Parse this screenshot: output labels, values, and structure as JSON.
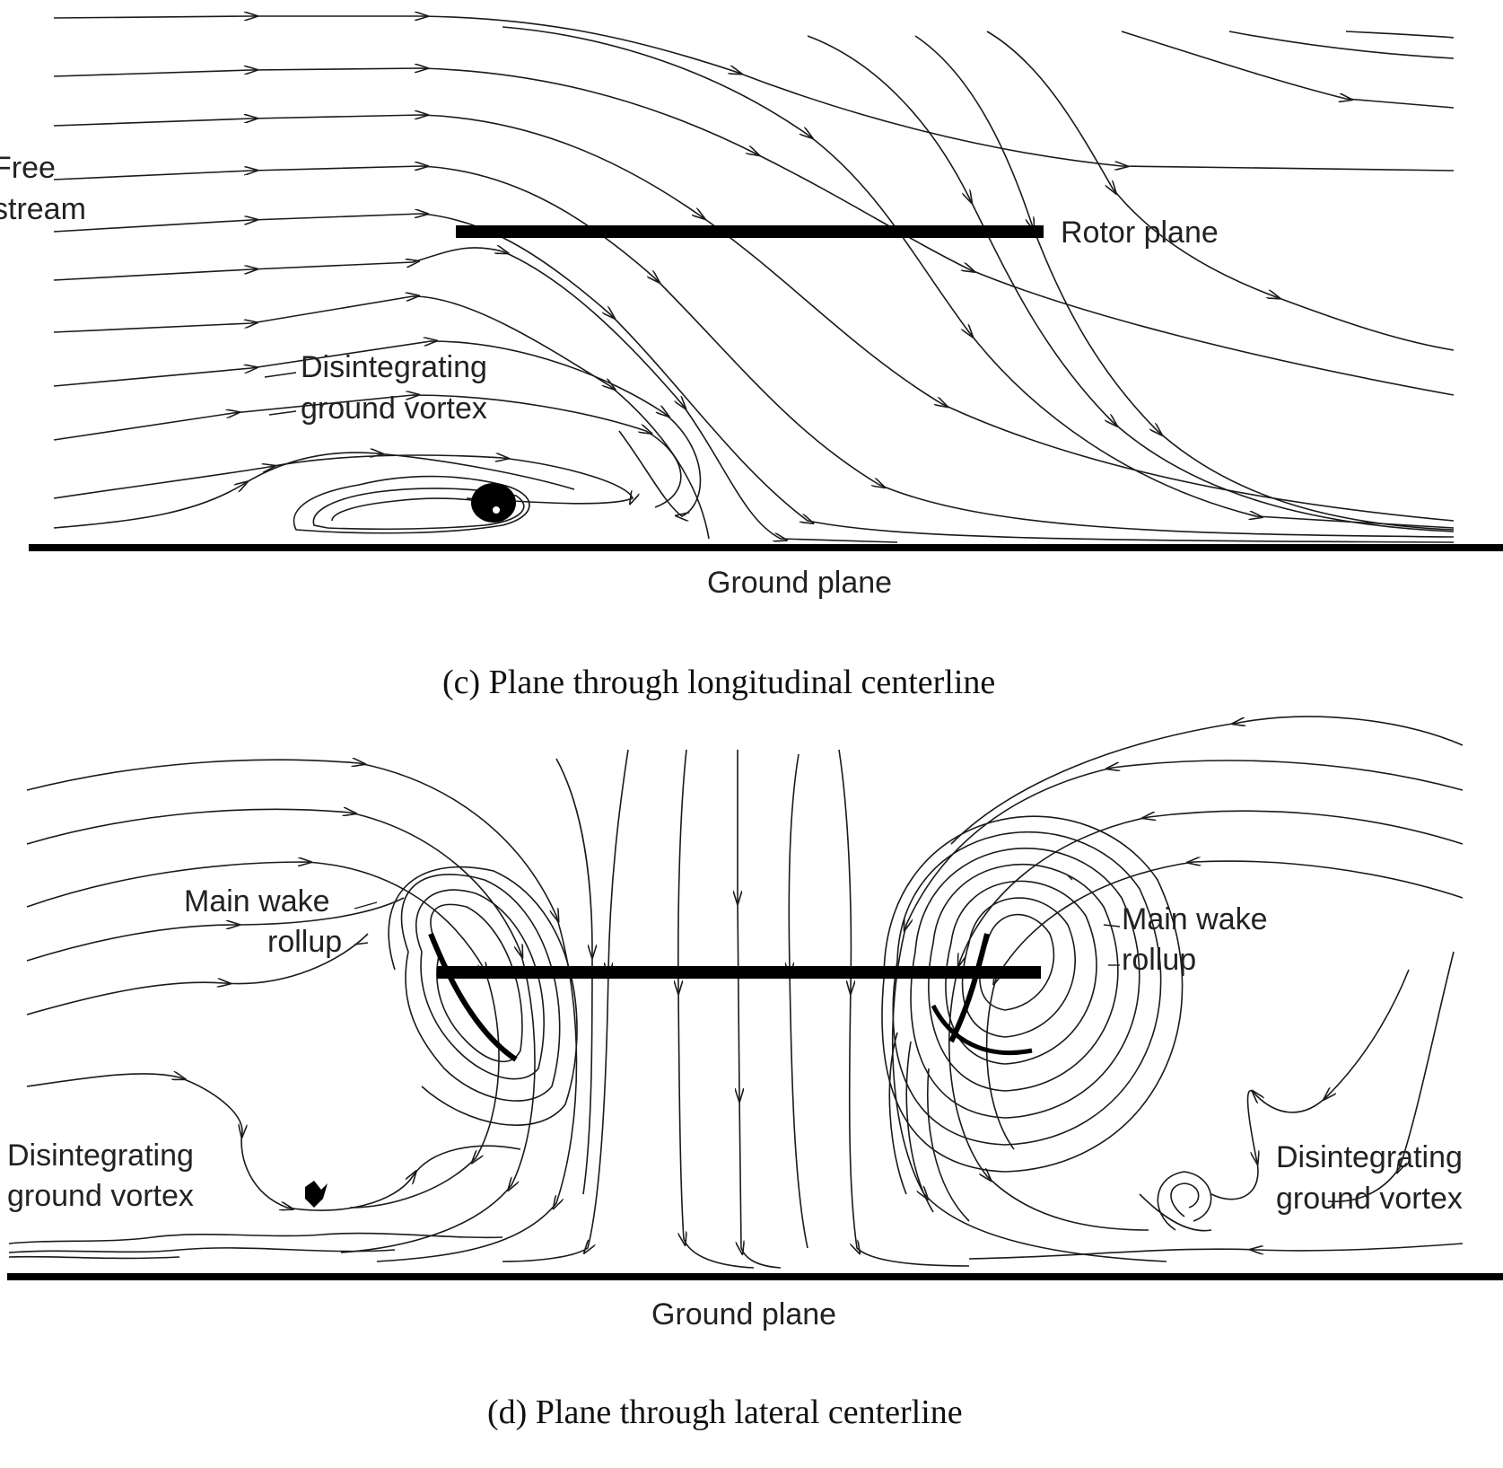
{
  "panel_c": {
    "label_free_stream_line1": "Free",
    "label_free_stream_line2": "stream",
    "label_rotor_plane": "Rotor plane",
    "label_vortex_line1": "Disintegrating",
    "label_vortex_line2": "ground vortex",
    "label_ground_plane": "Ground plane",
    "caption": "(c)  Plane through longitudinal centerline"
  },
  "panel_d": {
    "label_left_rollup_line1": "Main wake",
    "label_left_rollup_line2": "rollup",
    "label_right_rollup_line1": "Main wake",
    "label_right_rollup_line2": "rollup",
    "label_left_vortex_line1": "Disintegrating",
    "label_left_vortex_line2": "ground vortex",
    "label_right_vortex_line1": "Disintegrating",
    "label_right_vortex_line2": "ground vortex",
    "label_ground_plane": "Ground plane",
    "caption": "(d)  Plane through lateral centerline"
  }
}
